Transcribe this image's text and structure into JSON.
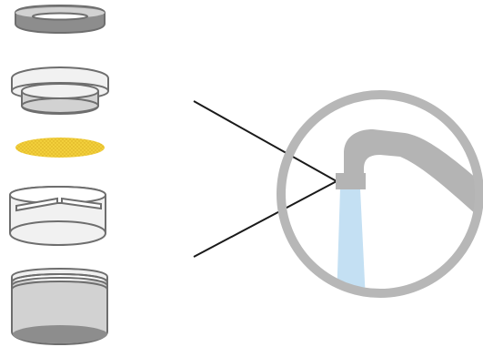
{
  "diagram": {
    "type": "faucet-aerator-exploded-view",
    "parts": [
      {
        "id": "outer-ring"
      },
      {
        "id": "flow-insert"
      },
      {
        "id": "mesh-screen"
      },
      {
        "id": "aerator-cage"
      },
      {
        "id": "housing"
      }
    ],
    "detail_view": {
      "id": "faucet-tap-with-water-stream"
    }
  },
  "colors": {
    "background": "#ffffff",
    "part_stroke": "#6e6e6e",
    "part_fill_light": "#f1f1f1",
    "part_fill_mid": "#d2d2d2",
    "part_fill_dark": "#8d8d8d",
    "mesh_fill": "#f2cf3b",
    "mesh_dots": "#d8ad1f",
    "circle_stroke": "#b7b7b7",
    "faucet_fill": "#b4b4b4",
    "water_fill": "#c4e0f3",
    "leader_line": "#1a1a1a"
  }
}
